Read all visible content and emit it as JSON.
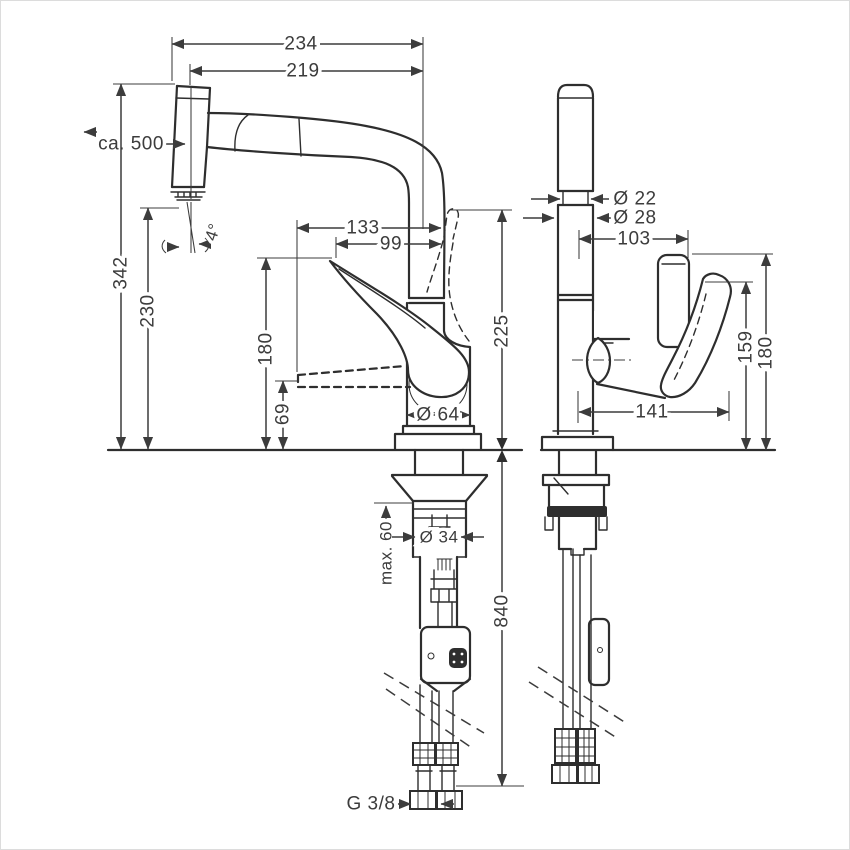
{
  "drawing": {
    "type": "faucet-installation-dimension-drawing",
    "units": "mm",
    "colors": {
      "background": "#ffffff",
      "outline": "#2e2e2e",
      "dimension": "#3c3c3c",
      "frame_border": "#dcdcdc"
    }
  },
  "side_view": {
    "dims": {
      "overall_projection": "234",
      "spout_projection": "219",
      "pullout_hose_length": "ca. 500",
      "spout_height": "342",
      "outlet_height": "230",
      "handle_reach_open": "133",
      "handle_reach": "99",
      "handle_tip_height": "180",
      "handle_low_height": "69",
      "body_height": "225",
      "base_diameter": "Ø 64",
      "spray_angle": "4°",
      "max_counter_thickness": "max. 60",
      "tap_hole_diameter": "Ø 34",
      "hose_below_length": "840",
      "connection_thread": "G 3/8"
    }
  },
  "front_view": {
    "dims": {
      "spray_pipe_diameter": "Ø 22",
      "column_diameter": "Ø 28",
      "handle_offset": "103",
      "handle_height_tilted": "159",
      "handle_height": "180",
      "handle_width": "141"
    }
  }
}
